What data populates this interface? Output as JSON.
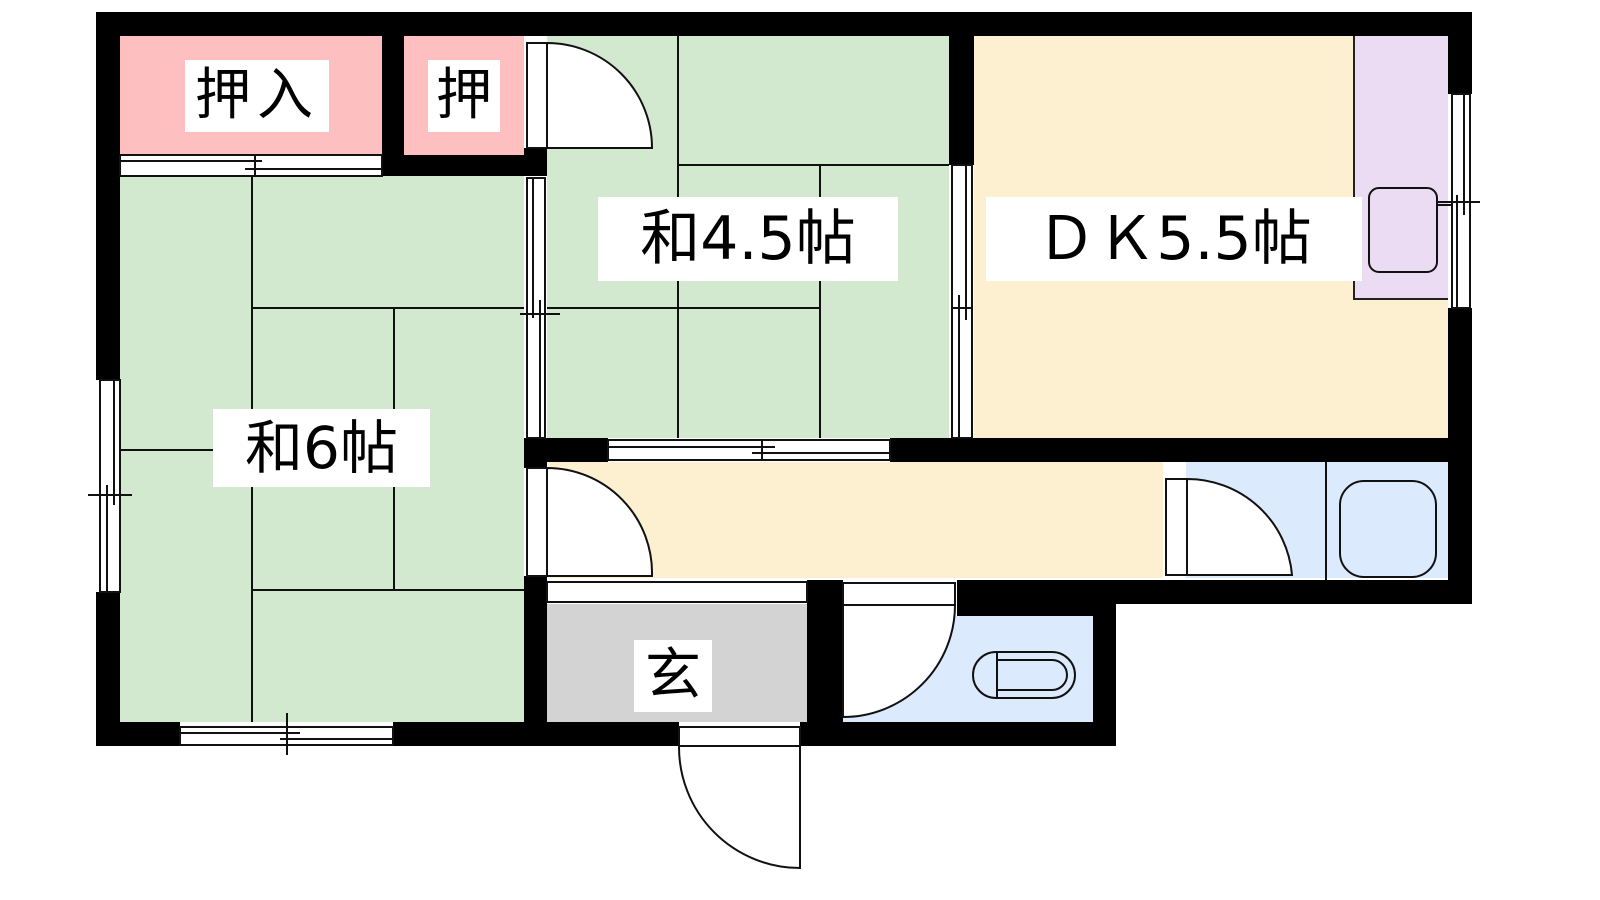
{
  "colors": {
    "wall": "#000000",
    "tatami": "#d2e8cf",
    "closet": "#fdbfbf",
    "dk": "#fdf0d0",
    "kitchen_counter": "#ebdcf3",
    "wet_area": "#dbeafd",
    "entrance": "#d3d3d3",
    "opening": "#ffffff"
  },
  "rooms": {
    "closet_large": {
      "label": "押入"
    },
    "closet_small": {
      "label": "押"
    },
    "washitsu_45": {
      "label": "和4.5帖"
    },
    "dk": {
      "label": "ＤＫ5.5帖"
    },
    "washitsu_6": {
      "label": "和6帖"
    },
    "entrance": {
      "label": "玄"
    },
    "hallway": {
      "label": ""
    },
    "bath": {
      "label": ""
    },
    "toilet": {
      "label": ""
    }
  },
  "fixtures": {
    "sink": "sink-icon",
    "bathtub": "bathtub-icon",
    "toilet": "toilet-icon"
  }
}
